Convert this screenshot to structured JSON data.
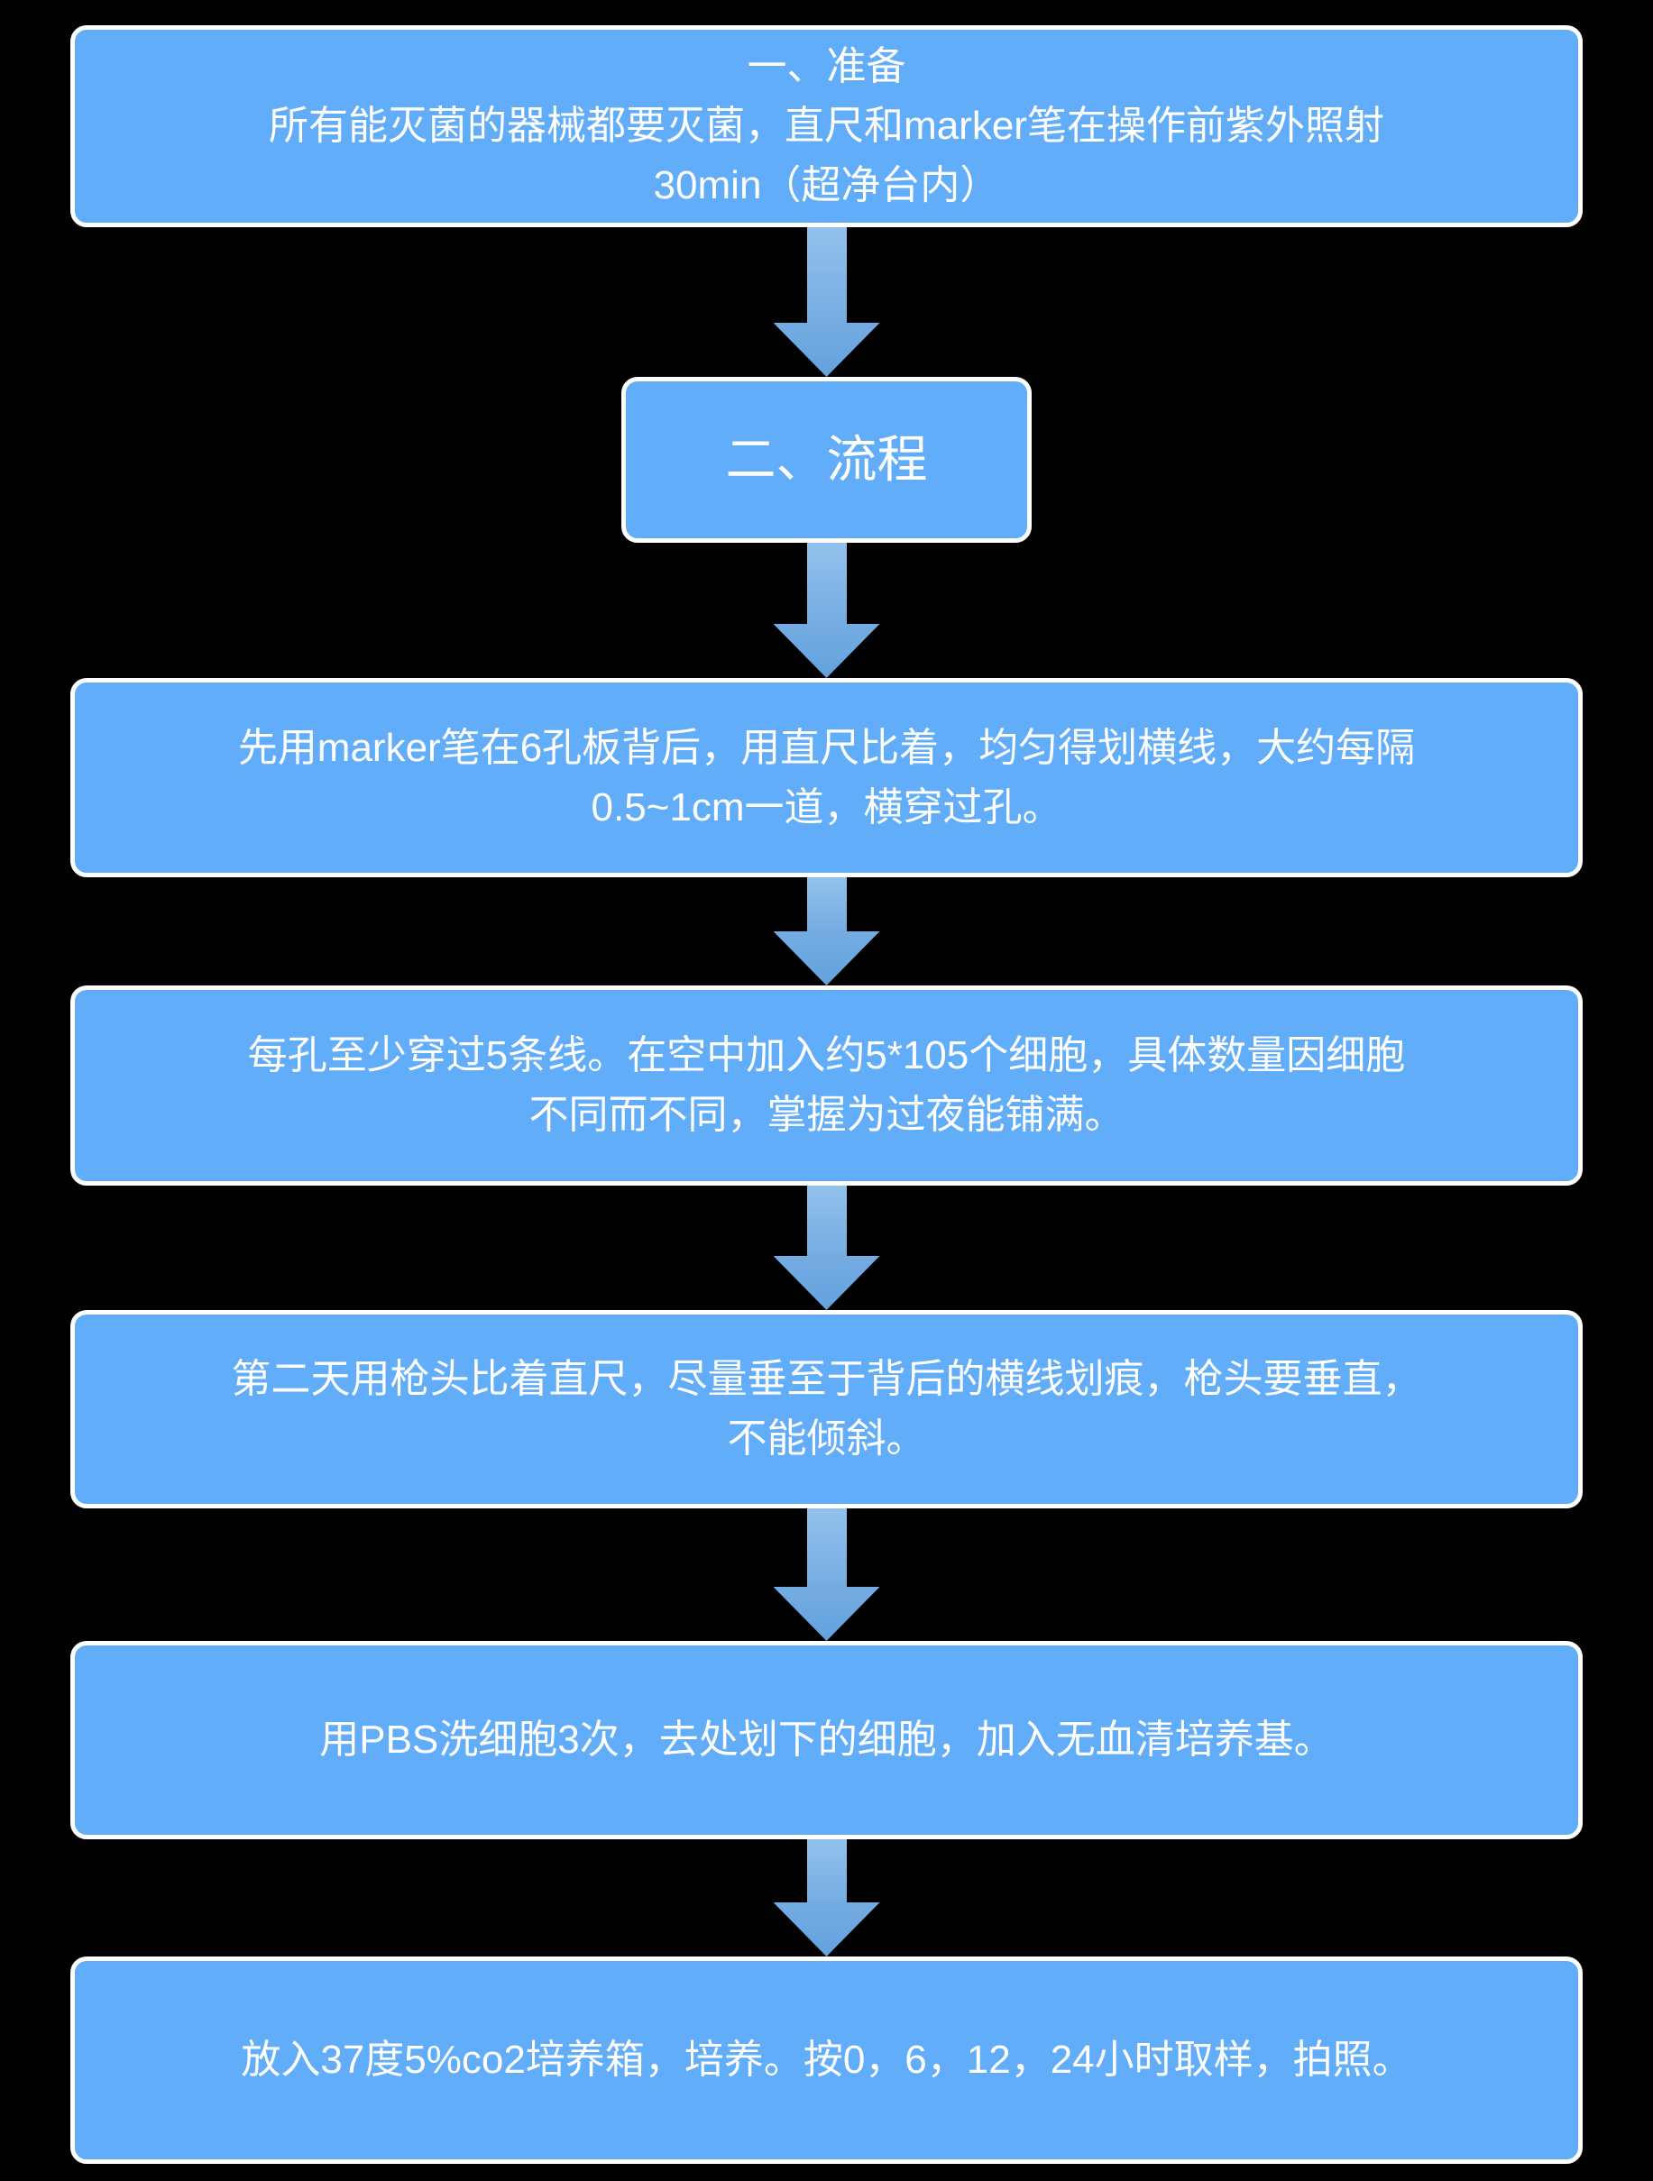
{
  "page": {
    "background_color": "#000000"
  },
  "flowchart": {
    "style": {
      "box_fill_color": "#61ADF9",
      "box_border_color": "#FFFFFF",
      "text_color": "#FFFFFF",
      "arrow_gradient_top": "#93C1ED",
      "arrow_gradient_bottom": "#63A2DE"
    },
    "nodes": [
      {
        "id": "step-1-prepare",
        "text": "一、准备\n所有能灭菌的器械都要灭菌，直尺和marker笔在操作前紫外照射\n30min（超净台内）"
      },
      {
        "id": "step-2-process-header",
        "text": "二、流程"
      },
      {
        "id": "step-3-draw-lines",
        "text": "先用marker笔在6孔板背后，用直尺比着，均匀得划横线，大约每隔\n0.5~1cm一道，横穿过孔。"
      },
      {
        "id": "step-4-seed-cells",
        "text": "每孔至少穿过5条线。在空中加入约5*105个细胞，具体数量因细胞\n不同而不同，掌握为过夜能铺满。"
      },
      {
        "id": "step-5-scratch",
        "text": "第二天用枪头比着直尺，尽量垂至于背后的横线划痕，枪头要垂直，\n不能倾斜。"
      },
      {
        "id": "step-6-wash",
        "text": "用PBS洗细胞3次，去处划下的细胞，加入无血清培养基。"
      },
      {
        "id": "step-7-incubate",
        "text": "放入37度5%co2培养箱，培养。按0，6，12，24小时取样，拍照。"
      }
    ]
  }
}
